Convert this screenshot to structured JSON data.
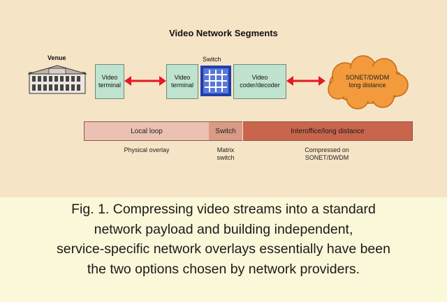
{
  "diagram": {
    "title": "Video Network Segments",
    "venue_label": "Venue",
    "switch_label": "Switch",
    "boxes": {
      "terminal_left": "Video terminal",
      "terminal_right": "Video terminal",
      "codec": "Video coder/decoder"
    },
    "cloud_label": [
      "SONET/DWDM",
      "long distance"
    ],
    "segments": {
      "local_loop": "Local loop",
      "switch": "Switch",
      "interoffice": "Interoffice/long distance"
    },
    "segment_notes": {
      "local_loop": [
        "Physical overlay"
      ],
      "switch": [
        "Matrix",
        "switch"
      ],
      "interoffice": [
        "Compressed on",
        "SONET/DWDM"
      ]
    }
  },
  "caption": {
    "lines": [
      "Fig. 1. Compressing video streams into a standard",
      "network payload and building independent,",
      "service-specific network overlays essentially have been",
      "the two options chosen by network providers."
    ]
  },
  "colors": {
    "background_top": "#f6e4c6",
    "caption_bg": "#fbf7d9",
    "box_fill": "#bfe3cf",
    "cloud_fill": "#f29a3c",
    "arrow_red": "#e21b22",
    "switch_blue": "#1e3fae",
    "local_loop_bar": "#eac1b3",
    "switch_bar": "#d99a86",
    "interoffice_bar": "#c8654c"
  }
}
